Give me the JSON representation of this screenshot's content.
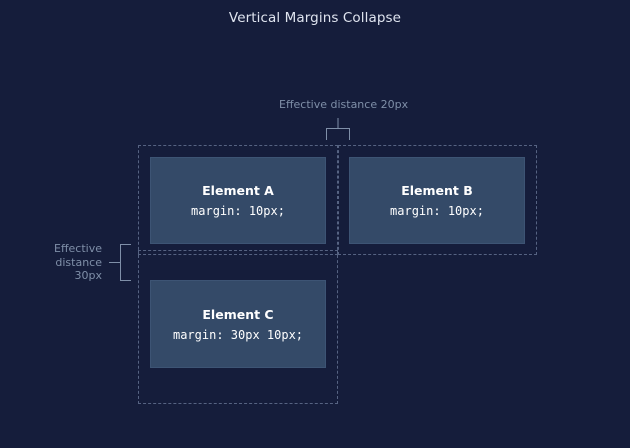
{
  "title": "Vertical Margins Collapse",
  "elements": [
    {
      "name": "Element A",
      "code": "margin: 10px;"
    },
    {
      "name": "Element B",
      "code": "margin: 10px;"
    },
    {
      "name": "Element C",
      "code": "margin: 30px 10px;"
    }
  ],
  "annotations": {
    "horizontal": "Effective distance 20px",
    "vertical_line1": "Effective",
    "vertical_line2": "distance",
    "vertical_line3": "30px"
  },
  "colors": {
    "background": "#151d3b",
    "box_fill": "#344a68",
    "dashed_outline": "#566382",
    "annotation_text": "#7f8fa8",
    "title_text": "#dfe4ef"
  }
}
